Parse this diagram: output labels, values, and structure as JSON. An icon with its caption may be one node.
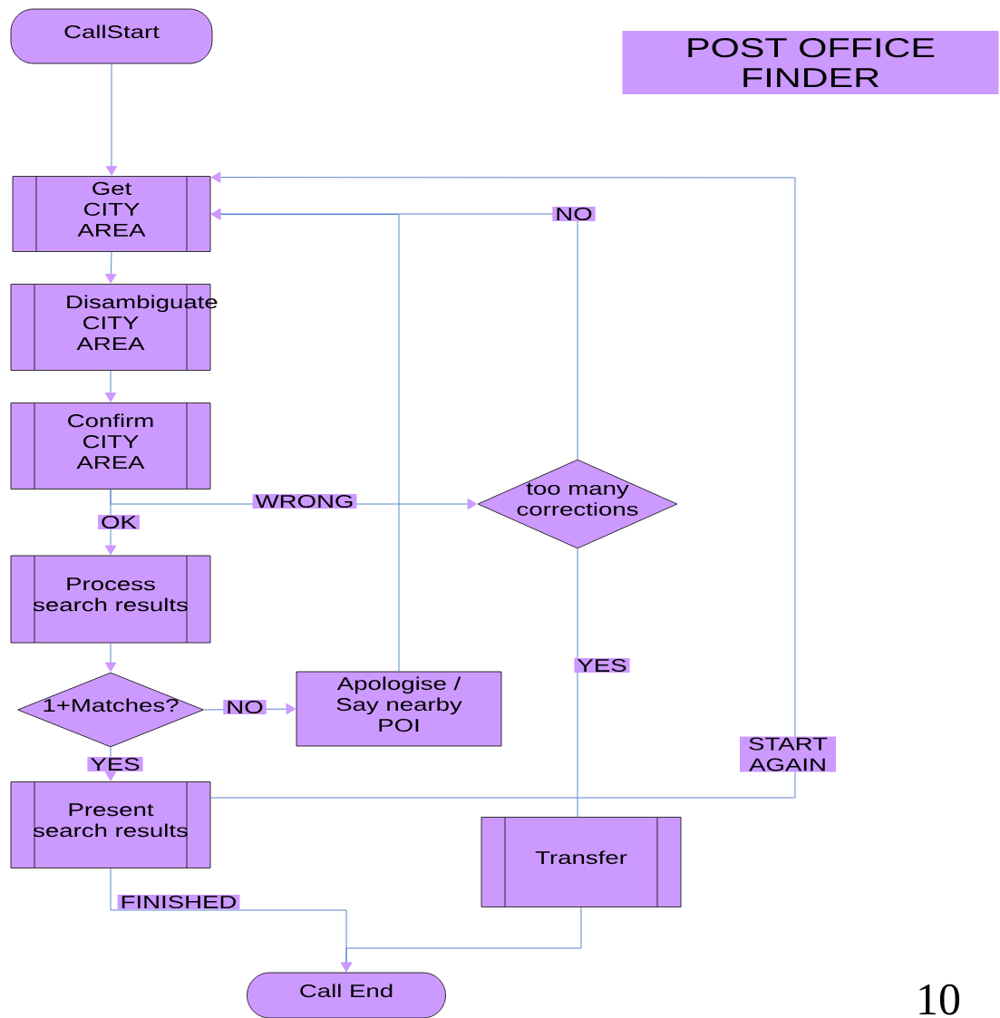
{
  "diagram": {
    "title": "POST OFFICE FINDER",
    "nodes": [
      {
        "text": [
          "CallStart"
        ]
      },
      {
        "text": [
          "Get CITY AREA"
        ]
      },
      {
        "text": [
          "Disambiguate CITY AREA"
        ]
      },
      {
        "text": [
          "Confirm CITY AREA"
        ]
      },
      {
        "text": [
          "too many corrections"
        ]
      },
      {
        "text": [
          "Process search results"
        ]
      },
      {
        "text": [
          "1+Matches?"
        ]
      },
      {
        "text": [
          "Apologise / Say nearby POI"
        ]
      },
      {
        "text": [
          "Present search results"
        ]
      },
      {
        "text": [
          "Transfer"
        ]
      },
      {
        "text": [
          "Call End"
        ]
      }
    ],
    "edges": [
      {
        "from": 0,
        "to": 1,
        "arrow": "to"
      },
      {
        "from": 1,
        "to": 2,
        "arrow": "to"
      },
      {
        "from": 2,
        "to": 3,
        "arrow": "to"
      },
      {
        "from": 3,
        "to": 4,
        "arrow": "to",
        "label": "WRONG"
      },
      {
        "from": 3,
        "to": 5,
        "arrow": "to",
        "label": "OK"
      },
      {
        "from": 4,
        "to": 1,
        "arrow": "to",
        "label": "NO"
      },
      {
        "from": 4,
        "to": 9,
        "arrow": "none",
        "label": "YES"
      },
      {
        "from": 5,
        "to": 6,
        "arrow": "to"
      },
      {
        "from": 6,
        "to": 7,
        "arrow": "to",
        "label": "NO"
      },
      {
        "from": 6,
        "to": 8,
        "arrow": "to",
        "label": "YES"
      },
      {
        "from": 7,
        "to": 1,
        "arrow": "to"
      },
      {
        "from": 8,
        "to": 1,
        "arrow": "to",
        "label": "START AGAIN"
      },
      {
        "from": 8,
        "to": 10,
        "arrow": "to",
        "label": "FINISHED"
      },
      {
        "from": 9,
        "to": 10,
        "arrow": "to"
      }
    ],
    "labels": [
      "10"
    ]
  }
}
